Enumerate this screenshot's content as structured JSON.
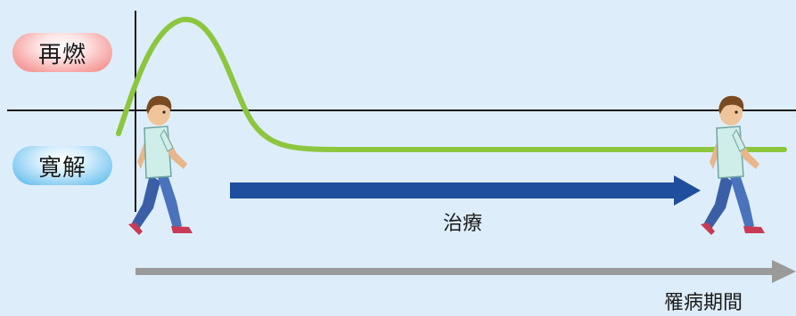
{
  "states": {
    "relapse": "再燃",
    "remission": "寛解"
  },
  "treatment": {
    "label": "治療"
  },
  "disease_course": {
    "label": "罹病期間"
  },
  "colors": {
    "background": "#ddeefa",
    "curve": "#8cc63f",
    "treatment_arrow": "#1f4e9c",
    "time_arrow": "#9a9a9a",
    "axis": "#1a1a1a"
  },
  "icons": [
    "walking-person-start",
    "walking-person-end"
  ]
}
